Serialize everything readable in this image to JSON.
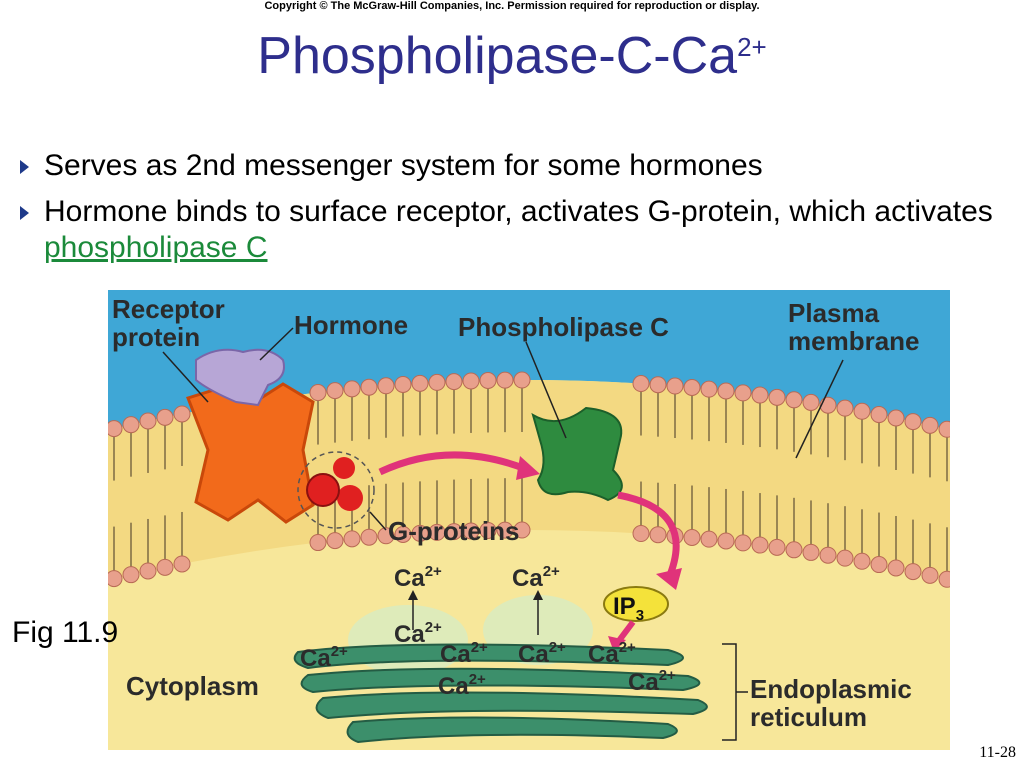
{
  "copyright": "Copyright © The McGraw-Hill Companies, Inc. Permission required for reproduction or display.",
  "title": {
    "main": "Phospholipase-C-Ca",
    "superscript": "2+"
  },
  "bullets": [
    {
      "text": "Serves as 2nd messenger system for some hormones"
    },
    {
      "text": "Hormone binds to surface receptor, activates G-protein, which activates ",
      "link": "phospholipase C"
    }
  ],
  "figure": {
    "labels": {
      "receptor_protein_1": "Receptor",
      "receptor_protein_2": "protein",
      "hormone": "Hormone",
      "phospholipase_c": "Phospholipase C",
      "plasma_membrane_1": "Plasma",
      "plasma_membrane_2": "membrane",
      "g_proteins": "G-proteins",
      "ip3": "IP",
      "ip3_sub": "3",
      "cytoplasm": "Cytoplasm",
      "er_1": "Endoplasmic",
      "er_2": "reticulum",
      "ca": "Ca",
      "ca_charge": "2+"
    },
    "colors": {
      "extracellular": "#3fa7d6",
      "cytoplasm": "#f7e79a",
      "membrane_head": "#e8a08c",
      "receptor": "#f26a1b",
      "hormone": "#b7a6d6",
      "phospholipase": "#2e8b3f",
      "g_protein": "#e02020",
      "arrow": "#e0337a",
      "ip3": "#f4e23a",
      "er": "#3c8f6b"
    }
  },
  "fig_label": "Fig 11.9",
  "page_number": "11-28"
}
